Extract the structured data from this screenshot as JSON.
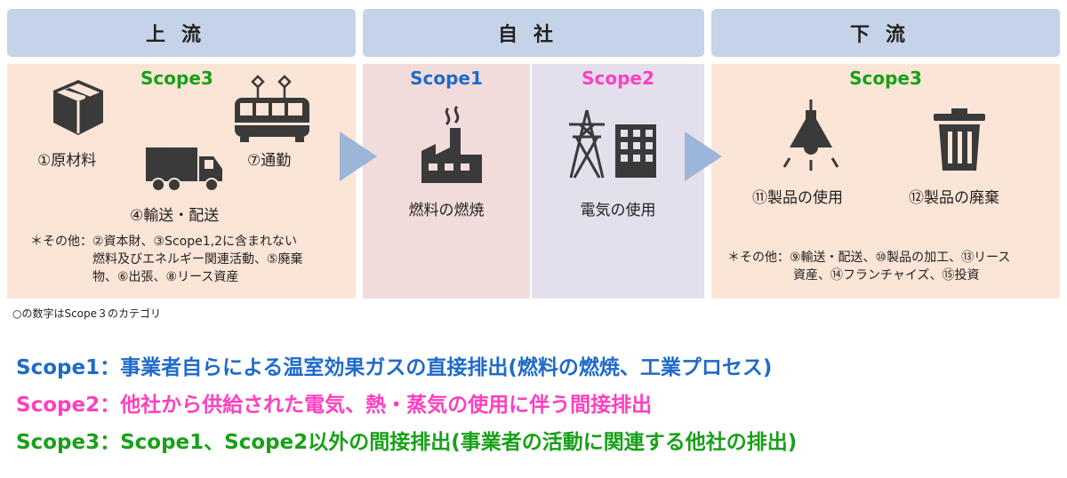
{
  "headers": {
    "upstream": "上流",
    "company": "自社",
    "downstream": "下流"
  },
  "upstream": {
    "scope": "Scope3",
    "items": {
      "raw_materials": "①原材料",
      "commute": "⑦通勤",
      "transport": "④輸送・配送"
    },
    "note_lines": [
      "＊その他：②資本財、③Scope1,2に含まれない",
      "燃料及びエネルギー関連活動、⑤廃棄",
      "物、⑥出張、⑧リース資産"
    ]
  },
  "company": {
    "scope1": {
      "scope": "Scope1",
      "label": "燃料の燃焼"
    },
    "scope2": {
      "scope": "Scope2",
      "label": "電気の使用"
    }
  },
  "downstream": {
    "scope": "Scope3",
    "items": {
      "product_use": "⑪製品の使用",
      "product_disposal": "⑫製品の廃棄"
    },
    "note_lines": [
      "＊その他：⑨輸送・配送、⑩製品の加工、⑬リース",
      "資産、⑭フランチャイズ、⑮投資"
    ]
  },
  "caption": "○の数字はScope３のカテゴリ",
  "definitions": [
    "Scope1：事業者自らによる温室効果ガスの直接排出(燃料の燃焼、工業プロセス)",
    "Scope2：他社から供給された電気、熱・蒸気の使用に伴う間接排出",
    "Scope3：Scope1、Scope2以外の間接排出(事業者の活動に関連する他社の排出)"
  ],
  "colors": {
    "header_bg": "#c5d3e8",
    "upstream_bg": "#fbe5d6",
    "scope1_bg": "#f2dcdb",
    "scope2_bg": "#e4dfec",
    "arrow": "#9bb6d8",
    "scope1": "#1f6bc7",
    "scope2": "#ff3fbf",
    "scope3": "#18a018",
    "icon": "#3a3a3a"
  }
}
